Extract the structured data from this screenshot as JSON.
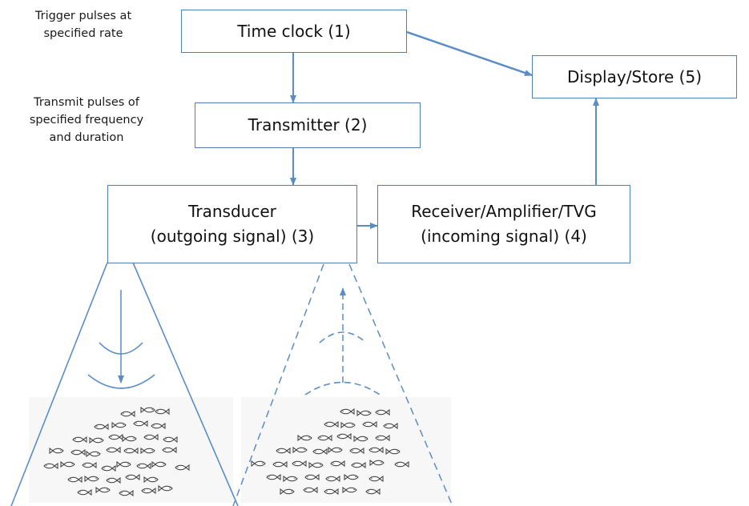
{
  "notes": {
    "trigger": [
      "Trigger pulses at",
      "specified rate"
    ],
    "transmit": [
      "Transmit pulses of",
      "specified frequency",
      "and duration"
    ]
  },
  "boxes": {
    "time_clock": "Time clock (1)",
    "transmitter": "Transmitter (2)",
    "transducer": [
      "Transducer",
      "(outgoing signal) (3)"
    ],
    "receiver": [
      "Receiver/Amplifier/TVG",
      "(incoming signal) (4)"
    ],
    "display": "Display/Store (5)"
  },
  "colors": {
    "line": "#5b8dc4",
    "box_border": "#4f7eb3",
    "fish": "#4a4a4a"
  }
}
